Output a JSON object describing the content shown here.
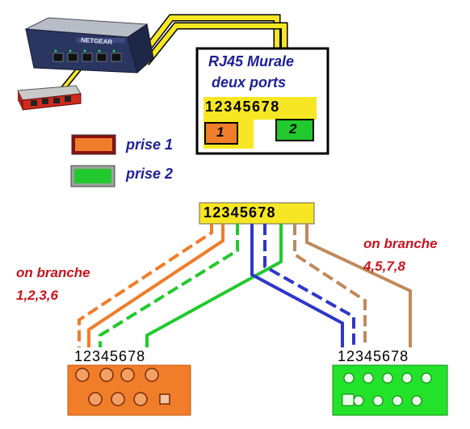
{
  "wall_outlet": {
    "title_line1": "RJ45 Murale",
    "title_line2": "deux ports",
    "pins": "12345678",
    "port1_label": "1",
    "port2_label": "2"
  },
  "legend": {
    "prise1": "prise 1",
    "prise2": "prise 2"
  },
  "notes": {
    "left_line1": "on branche",
    "left_line2": "1,2,3,6",
    "right_line1": "on branche",
    "right_line2": "4,5,7,8"
  },
  "cable_pins": "12345678",
  "port1_pins": "12345678",
  "port2_pins": "12345678",
  "switch_brand": "NETGEAR",
  "colors": {
    "yellow": "#f7e623",
    "orange": "#f07d2a",
    "green": "#22c92e",
    "blue": "#2f36c9",
    "brown": "#c08a5c",
    "dark_red": "#8a1010",
    "title_blue": "#1f1f9a",
    "note_red": "#c8141e"
  }
}
